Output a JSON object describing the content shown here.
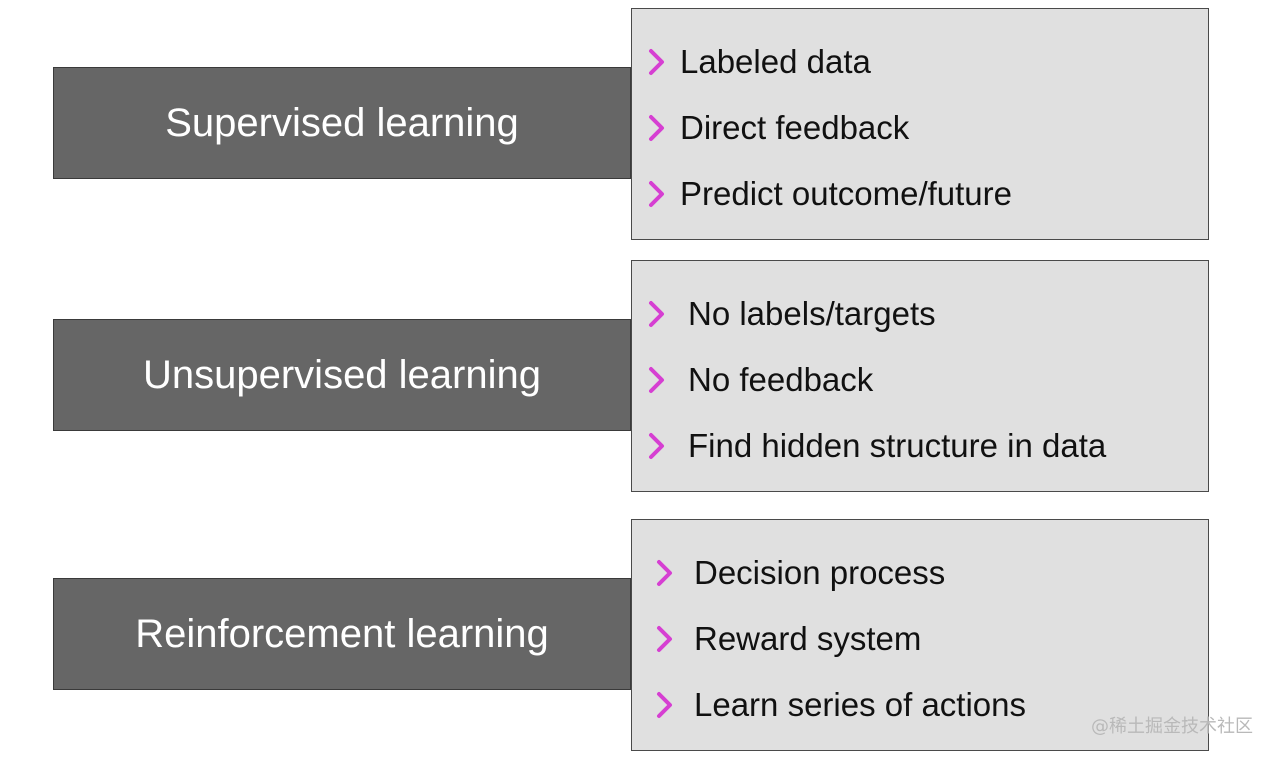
{
  "accent_color": "#d63fd2",
  "rows": [
    {
      "title": "Supervised learning",
      "bullets": [
        "Labeled data",
        "Direct feedback",
        "Predict outcome/future"
      ]
    },
    {
      "title": "Unsupervised learning",
      "bullets": [
        "No labels/targets",
        "No feedback",
        "Find hidden structure in data"
      ]
    },
    {
      "title": "Reinforcement learning",
      "bullets": [
        "Decision process",
        "Reward system",
        "Learn series of actions"
      ]
    }
  ],
  "watermark": "@稀土掘金技术社区"
}
